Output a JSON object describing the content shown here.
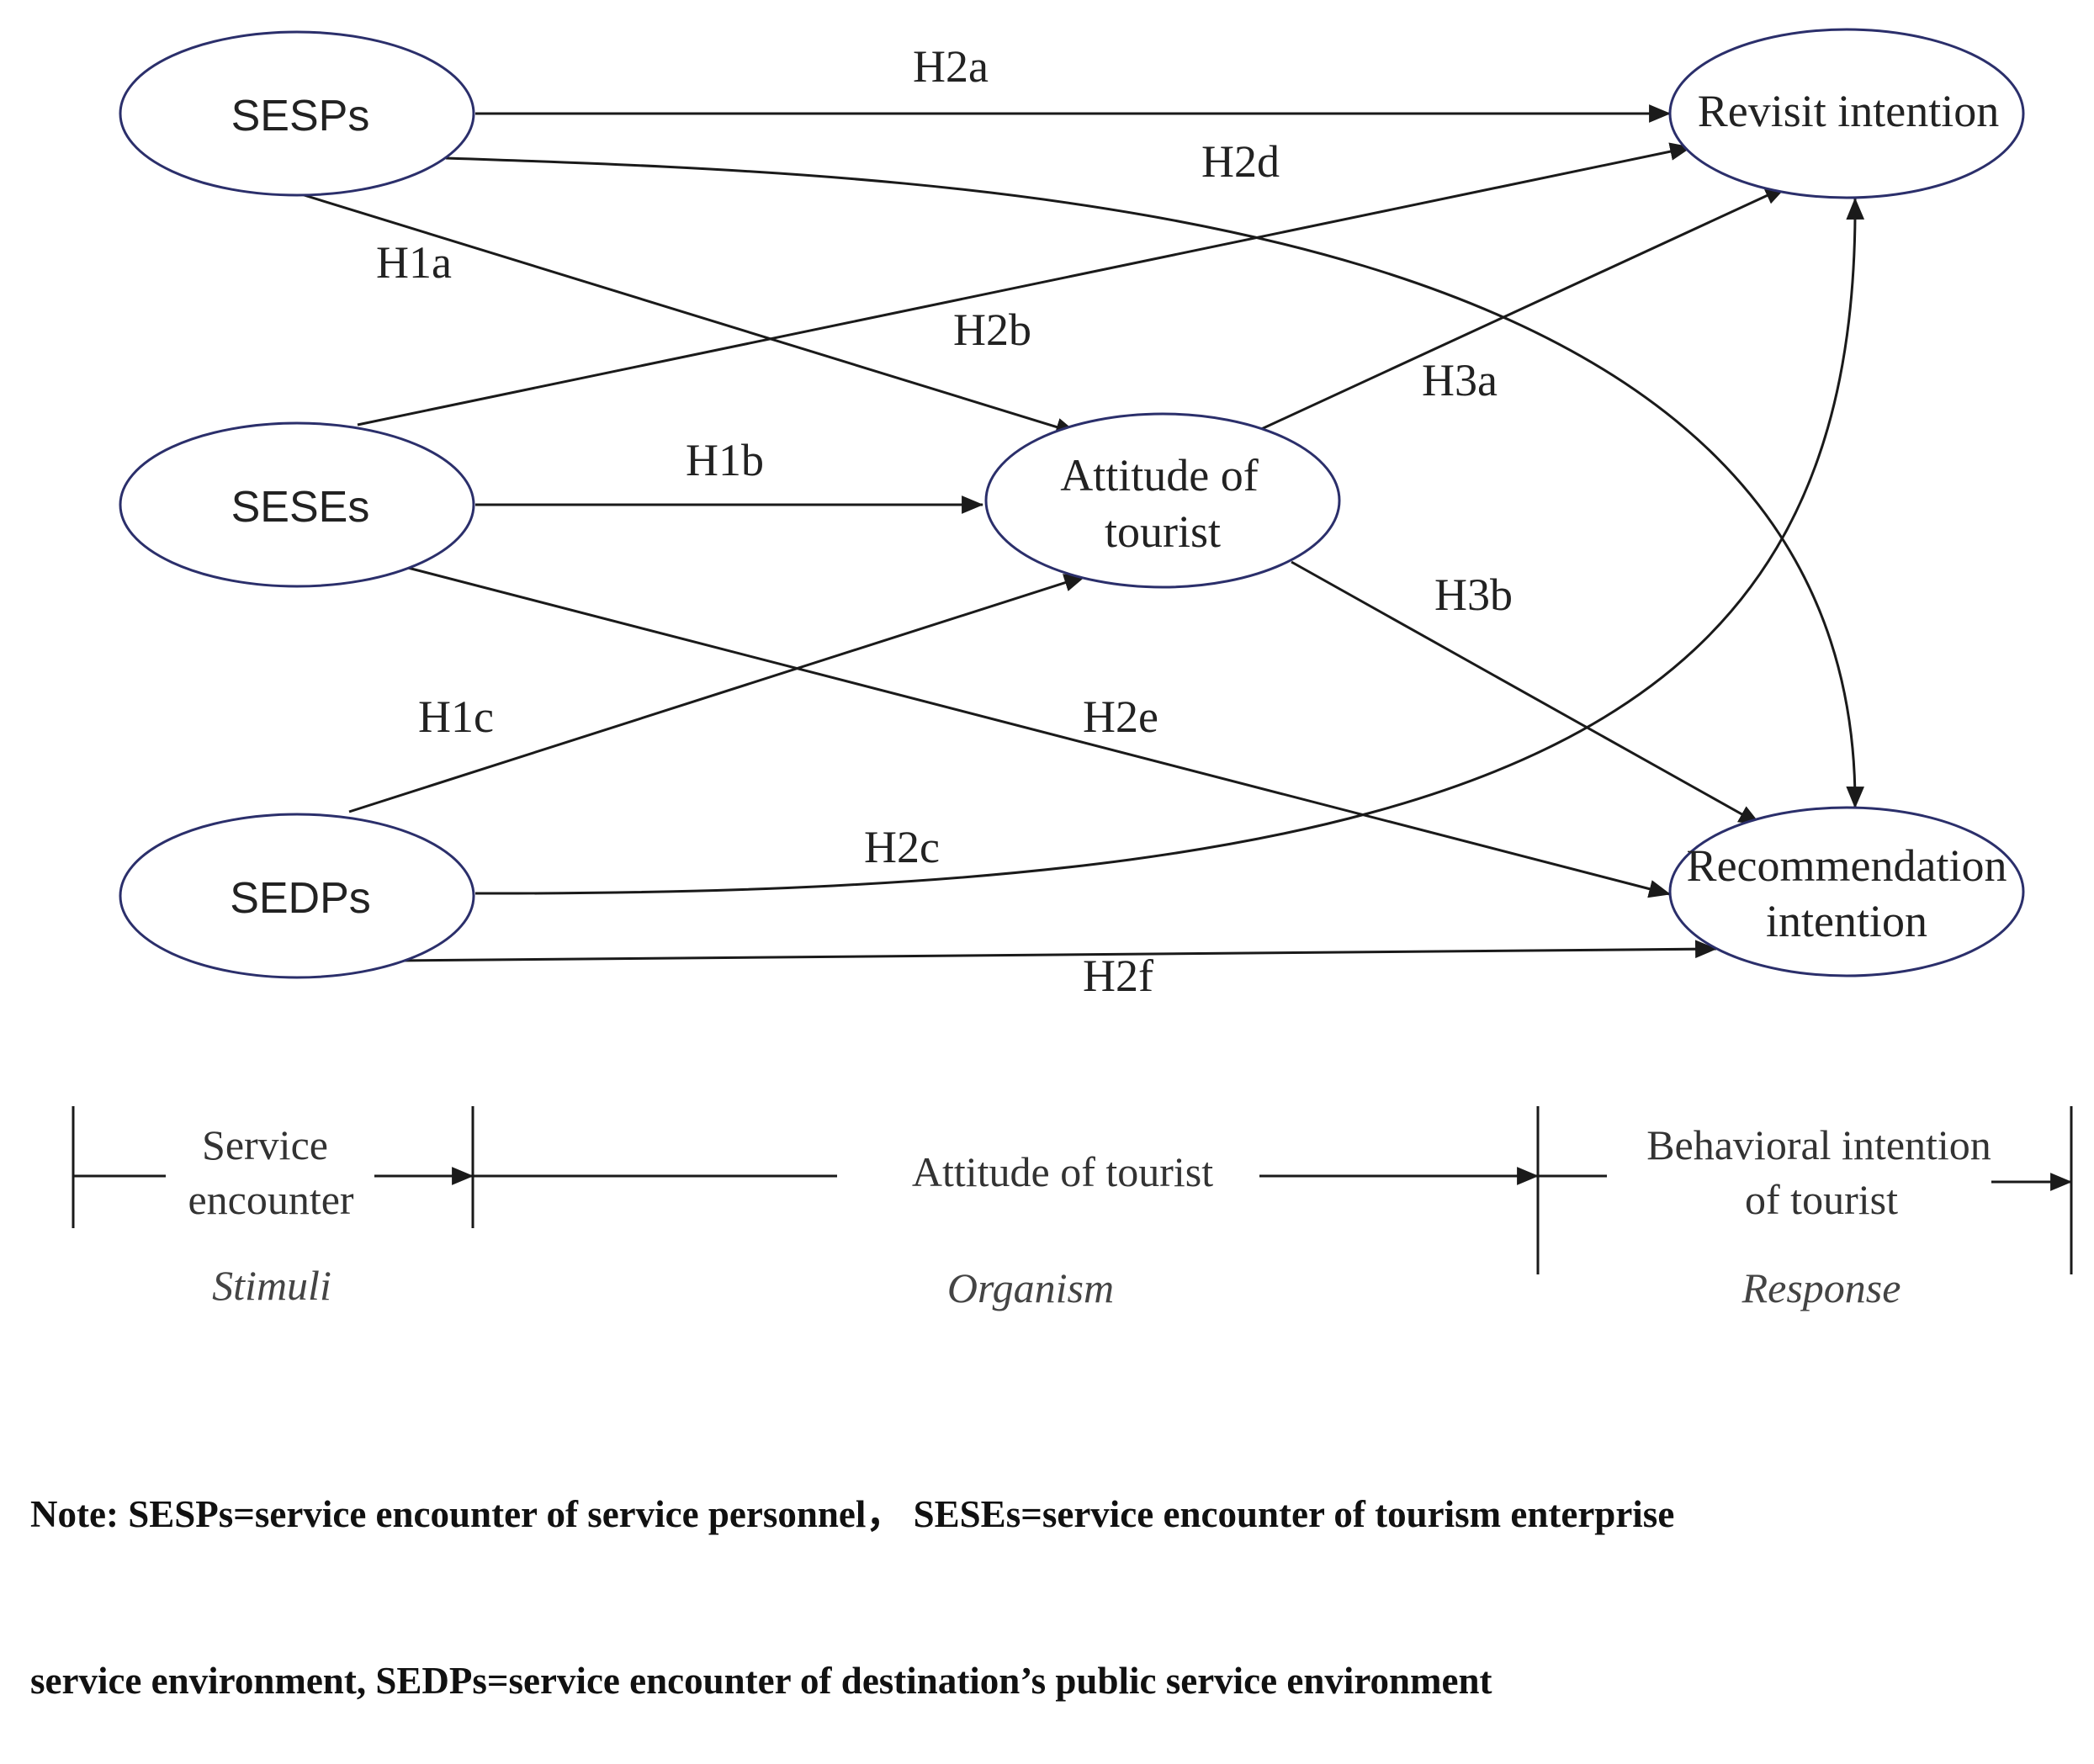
{
  "nodes": {
    "sesps": "SESPs",
    "seses": "SESEs",
    "sedps": "SEDPs",
    "attitude": [
      "Attitude of",
      "tourist"
    ],
    "revisit": "Revisit intention",
    "recommendation": [
      "Recommendation",
      "intention"
    ]
  },
  "edges": {
    "H1a": "H1a",
    "H1b": "H1b",
    "H1c": "H1c",
    "H2a": "H2a",
    "H2b": "H2b",
    "H2c": "H2c",
    "H2d": "H2d",
    "H2e": "H2e",
    "H2f": "H2f",
    "H3a": "H3a",
    "H3b": "H3b"
  },
  "stages": {
    "stimuli": {
      "label": [
        "Service",
        "encounter"
      ],
      "sub": "Stimuli"
    },
    "organism": {
      "label": "Attitude of tourist",
      "sub": "Organism"
    },
    "response": {
      "label": [
        "Behavioral intention",
        "of tourist"
      ],
      "sub": "Response"
    }
  },
  "note": {
    "line1": "Note: SESPs=service encounter of service personnel，  SESEs=service encounter of tourism enterprise",
    "line2": "service environment,  SEDPs=service encounter of  destination’s public service environment"
  },
  "colors": {
    "node_stroke": "#2b2f6b",
    "edge": "#1a1a1a"
  }
}
